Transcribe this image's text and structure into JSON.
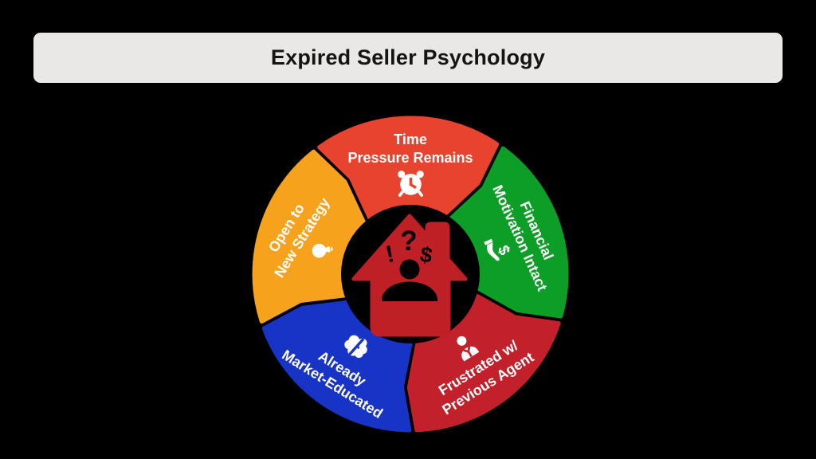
{
  "page": {
    "background_color": "#000000"
  },
  "header": {
    "title": "Expired Seller Psychology",
    "bar_color": "#E9E8E6",
    "text_color": "#141414"
  },
  "chart_data": {
    "type": "cycle-diagram",
    "title": "Expired Seller Psychology",
    "direction": "clockwise",
    "segment_count": 5,
    "label_text_color": "#FFFFFF",
    "center": {
      "icon": "distressed-house-icon",
      "house_color": "#BE2026",
      "hole_color": "#000000",
      "symbol_color": "#000000",
      "symbols": [
        "!",
        "?",
        "$"
      ]
    },
    "segments": [
      {
        "label": "Time Pressure Remains",
        "lines": [
          "Time",
          "Pressure Remains"
        ],
        "icon": "alarm-clock-icon",
        "color": "#E8432E",
        "start_angle_deg": -126,
        "end_angle_deg": -54,
        "label_rotation_deg": 0,
        "icon_placement": "after-text"
      },
      {
        "label": "Financial Motivation Intact",
        "lines": [
          "Financial",
          "Motivation Intact"
        ],
        "icon": "money-hand-icon",
        "color": "#0C9E26",
        "start_angle_deg": -54,
        "end_angle_deg": 18,
        "label_rotation_deg": 66,
        "icon_placement": "after-text"
      },
      {
        "label": "Frustrated w/ Previous Agent",
        "lines": [
          "Frustrated w/",
          "Previous Agent"
        ],
        "icon": "frustrated-person-icon",
        "color": "#C2202A",
        "start_angle_deg": 18,
        "end_angle_deg": 90,
        "label_rotation_deg": -32,
        "icon_placement": "before-text"
      },
      {
        "label": "Already Market-Educated",
        "lines": [
          "Already",
          "Market-Educated"
        ],
        "icon": "brain-icon",
        "color": "#1734C6",
        "start_angle_deg": 90,
        "end_angle_deg": 162,
        "label_rotation_deg": 32,
        "icon_placement": "before-text"
      },
      {
        "label": "Open to New Strategy",
        "lines": [
          "Open to",
          "New Strategy"
        ],
        "icon": "lightbulb-icon",
        "color": "#F6A21C",
        "start_angle_deg": 162,
        "end_angle_deg": 234,
        "label_rotation_deg": -58,
        "icon_placement": "after-text"
      }
    ]
  }
}
